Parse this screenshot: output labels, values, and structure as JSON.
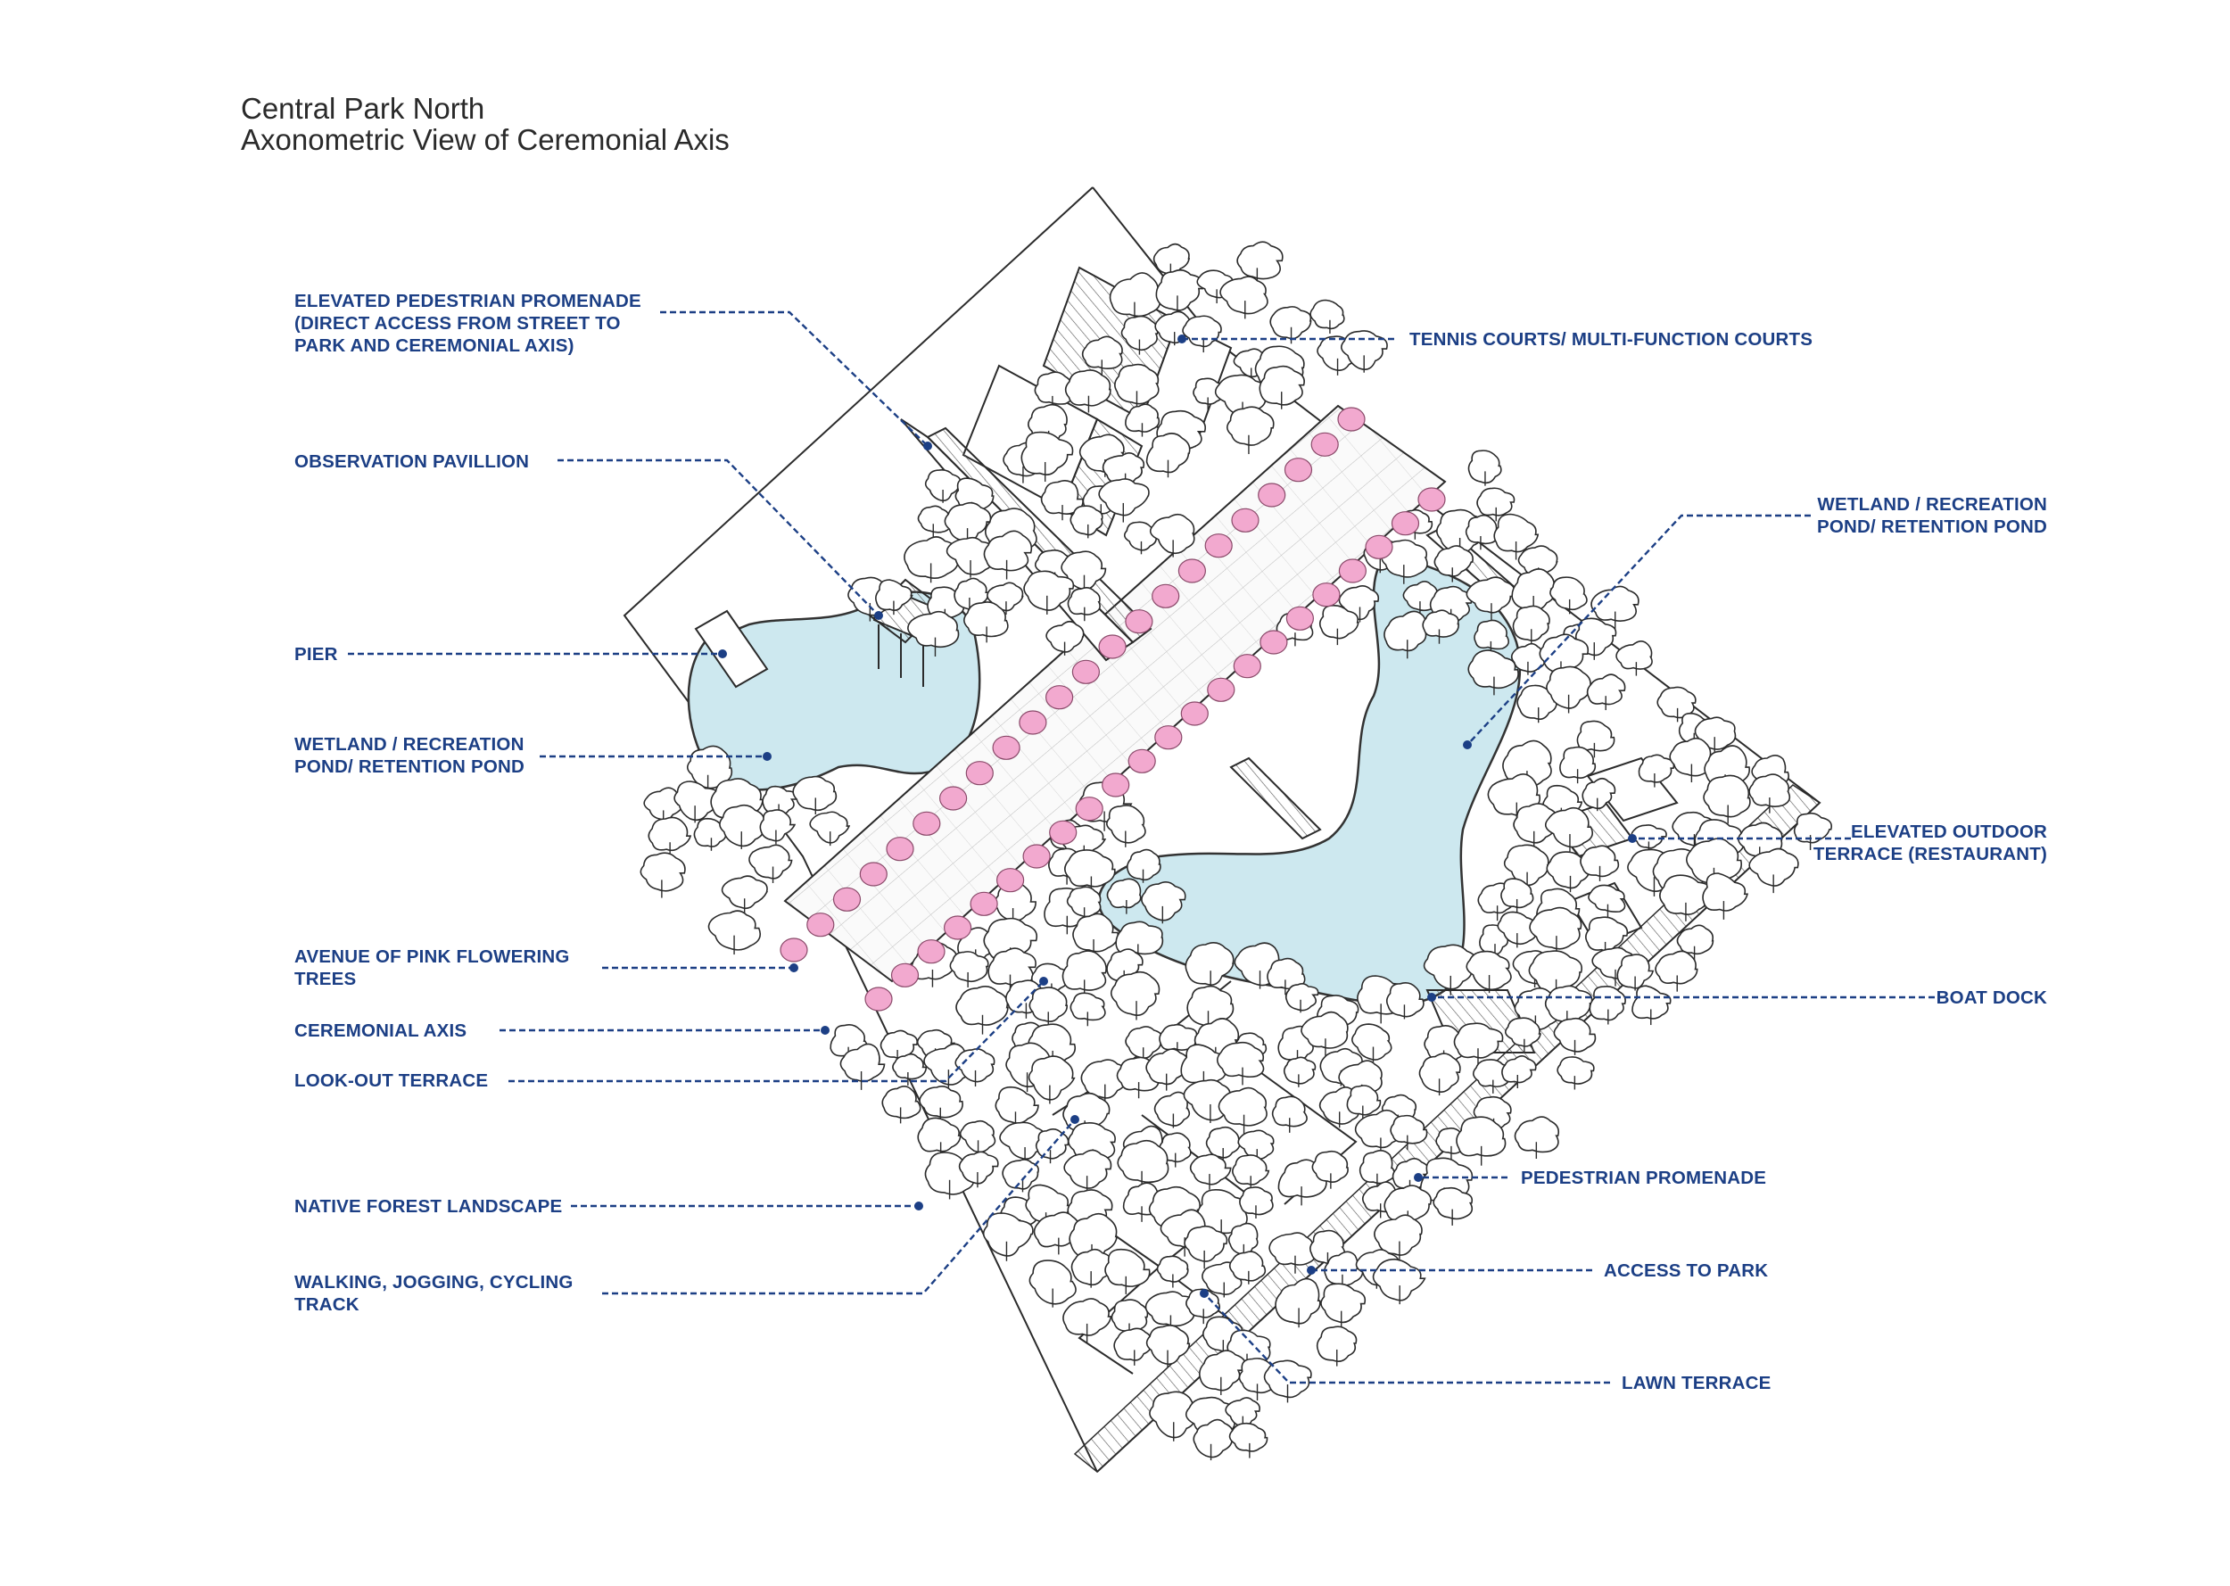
{
  "title": {
    "line1": "Central Park North",
    "line2": "Axonometric View of Ceremonial Axis"
  },
  "colors": {
    "label": "#1c3f85",
    "leader": "#1c3f85",
    "water": "#cde8ef",
    "blossom": "#f2a9cf",
    "ink": "#2b2b2b"
  },
  "labels": {
    "elevated_pedestrian_promenade": [
      "ELEVATED PEDESTRIAN PROMENADE",
      "(DIRECT ACCESS FROM STREET TO",
      "PARK AND CEREMONIAL AXIS)"
    ],
    "observation_pavillion": [
      "OBSERVATION PAVILLION"
    ],
    "pier": [
      "PIER"
    ],
    "wetland_left": [
      "WETLAND / RECREATION",
      "POND/ RETENTION POND"
    ],
    "avenue_pink_trees": [
      "AVENUE OF PINK FLOWERING",
      "TREES"
    ],
    "ceremonial_axis": [
      "CEREMONIAL AXIS"
    ],
    "look_out_terrace": [
      "LOOK-OUT TERRACE"
    ],
    "native_forest": [
      "NATIVE FOREST LANDSCAPE"
    ],
    "walking_track": [
      "WALKING, JOGGING, CYCLING",
      "TRACK"
    ],
    "tennis_courts": [
      "TENNIS COURTS/ MULTI-FUNCTION COURTS"
    ],
    "wetland_right": [
      "WETLAND / RECREATION",
      "POND/ RETENTION POND"
    ],
    "elevated_outdoor_terrace": [
      "ELEVATED OUTDOOR",
      "TERRACE (RESTAURANT)"
    ],
    "boat_dock": [
      "BOAT DOCK"
    ],
    "pedestrian_promenade": [
      "PEDESTRIAN PROMENADE"
    ],
    "access_to_park": [
      "ACCESS TO PARK"
    ],
    "lawn_terrace": [
      "LAWN TERRACE"
    ]
  }
}
